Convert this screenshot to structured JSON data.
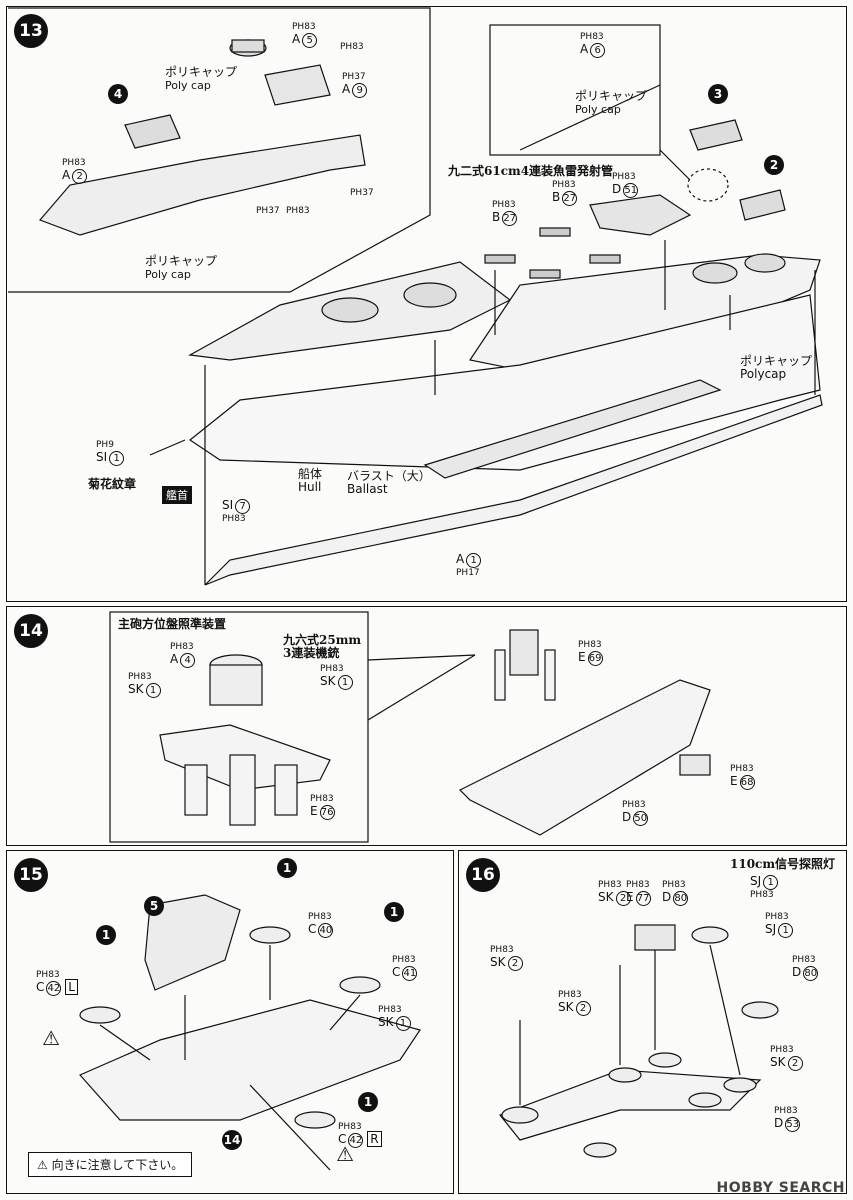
{
  "steps": {
    "s13": "13",
    "s14": "14",
    "s15": "15",
    "s16": "16"
  },
  "page_ref": "PH",
  "s13": {
    "poly_cap_jp": "ポリキャップ",
    "poly_cap_en": "Poly cap",
    "polycap_en": "Polycap",
    "torpedo_title": "九二式61cm4連装魚雷発射管",
    "hull_jp": "船体",
    "hull_en": "Hull",
    "ballast_jp": "バラスト（大）",
    "ballast_en": "Ballast",
    "crest": "菊花紋章",
    "bow": "艦首",
    "sub4": "4",
    "sub3": "3",
    "sub2": "2",
    "refs": {
      "a5": {
        "part": "A",
        "num": "5",
        "page": "83"
      },
      "a9": {
        "part": "A",
        "num": "9",
        "page": "37"
      },
      "a2": {
        "part": "A",
        "num": "2",
        "page": "83"
      },
      "a6": {
        "part": "A",
        "num": "6",
        "page": "83"
      },
      "d51": {
        "part": "D",
        "num": "51",
        "page": "83"
      },
      "b27a": {
        "part": "B",
        "num": "27",
        "page": "83"
      },
      "b27b": {
        "part": "B",
        "num": "27",
        "page": "83"
      },
      "si1": {
        "part": "SI",
        "num": "1",
        "page": "9"
      },
      "si7": {
        "part": "SI",
        "num": "7",
        "page": "83"
      },
      "a1": {
        "part": "A",
        "num": "1",
        "page": "17"
      }
    },
    "p83a": "83",
    "p37a": "37",
    "p37b": "37",
    "p83b": "83"
  },
  "s14": {
    "director_title": "主砲方位盤照準装置",
    "aa_title1": "九六式25mm",
    "aa_title2": "3連装機銃",
    "refs": {
      "a4": {
        "part": "A",
        "num": "4",
        "page": "83"
      },
      "sk1a": {
        "part": "SK",
        "num": "1",
        "page": "83"
      },
      "sk1b": {
        "part": "SK",
        "num": "1",
        "page": "83"
      },
      "e76": {
        "part": "E",
        "num": "76",
        "page": "83"
      },
      "e69": {
        "part": "E",
        "num": "69",
        "page": "83"
      },
      "e68": {
        "part": "E",
        "num": "68",
        "page": "83"
      },
      "d50": {
        "part": "D",
        "num": "50",
        "page": "83"
      }
    }
  },
  "s15": {
    "sub5": "5",
    "sub1": "1",
    "sub14": "14",
    "caution": "向きに注意して下さい。",
    "refs": {
      "c40": {
        "part": "C",
        "num": "40",
        "page": "83"
      },
      "c41": {
        "part": "C",
        "num": "41",
        "page": "83"
      },
      "c42l": {
        "part": "C",
        "num": "42",
        "page": "83",
        "side": "L"
      },
      "c42r": {
        "part": "C",
        "num": "42",
        "page": "83",
        "side": "R"
      },
      "sk1": {
        "part": "SK",
        "num": "1",
        "page": "83"
      }
    }
  },
  "s16": {
    "searchlight_title": "110cm信号探照灯",
    "refs": {
      "sk2a": {
        "part": "SK",
        "num": "2",
        "page": "83"
      },
      "e77": {
        "part": "E",
        "num": "77",
        "page": "83"
      },
      "d80a": {
        "part": "D",
        "num": "80",
        "page": "83"
      },
      "sj1a": {
        "part": "SJ",
        "num": "1",
        "page": "83"
      },
      "sk2b": {
        "part": "SK",
        "num": "2",
        "page": "83"
      },
      "sk2c": {
        "part": "SK",
        "num": "2",
        "page": "83"
      },
      "sj1b": {
        "part": "SJ",
        "num": "1",
        "page": "83"
      },
      "d80b": {
        "part": "D",
        "num": "80",
        "page": "83"
      },
      "sk2d": {
        "part": "SK",
        "num": "2",
        "page": "83"
      },
      "d53": {
        "part": "D",
        "num": "53",
        "page": "83"
      }
    }
  },
  "watermark": "HOBBY SEARCH",
  "icons": {
    "cement": "no-cement-icon",
    "flip": "flip-icon",
    "caution": "warning-icon"
  }
}
